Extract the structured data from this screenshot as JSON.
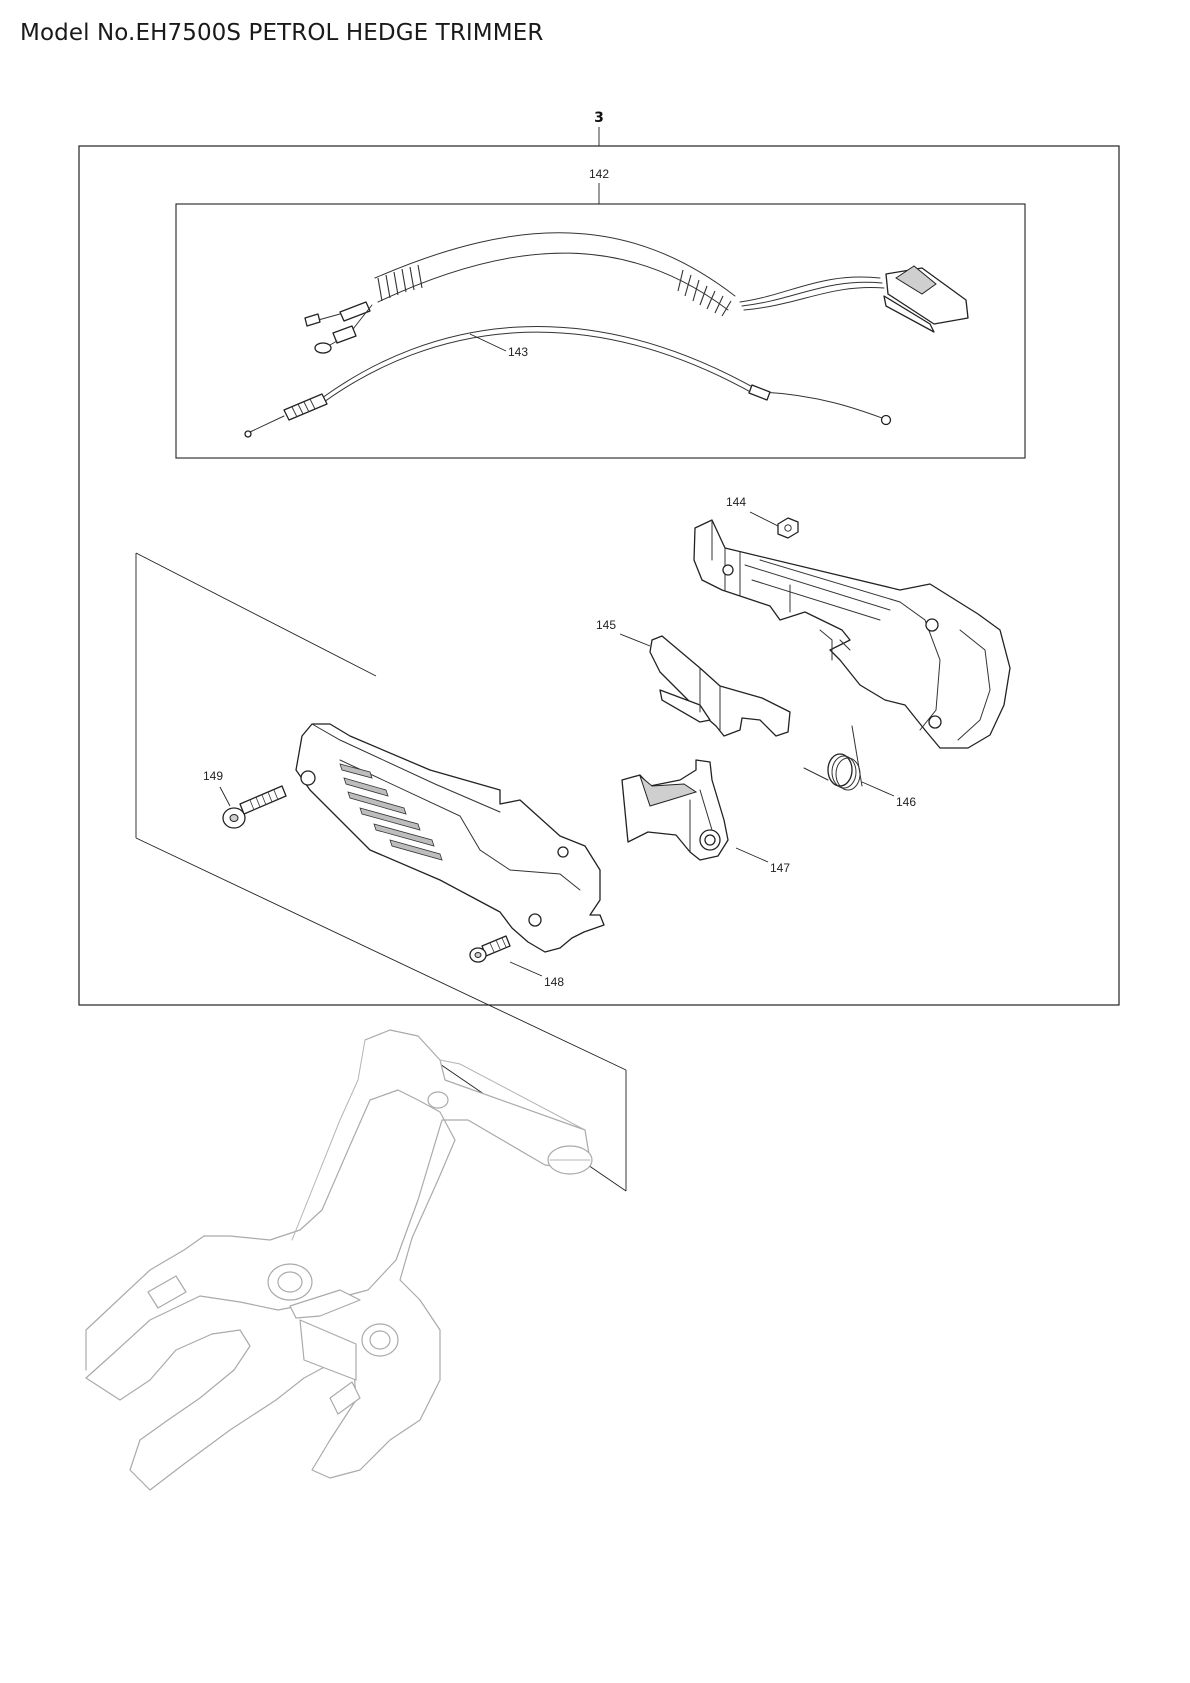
{
  "title": "Model No.EH7500S PETROL HEDGE TRIMMER",
  "group_label": "3",
  "parts": [
    {
      "no": "142",
      "name": "ignition-wire-assembly"
    },
    {
      "no": "143",
      "name": "throttle-cable"
    },
    {
      "no": "144",
      "name": "hex-nut"
    },
    {
      "no": "145",
      "name": "throttle-lock-lever"
    },
    {
      "no": "146",
      "name": "torsion-spring"
    },
    {
      "no": "147",
      "name": "throttle-trigger"
    },
    {
      "no": "148",
      "name": "screw-short"
    },
    {
      "no": "149",
      "name": "screw-long"
    }
  ]
}
